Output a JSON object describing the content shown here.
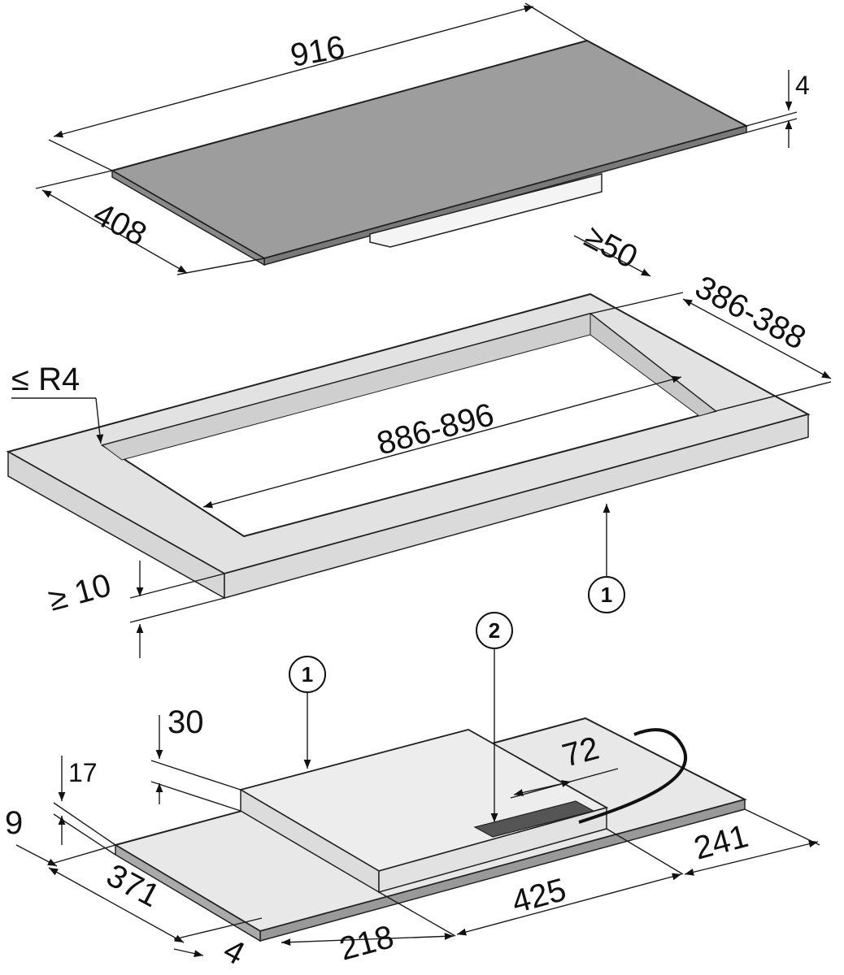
{
  "dimensions": {
    "top_width": "916",
    "top_depth": "408",
    "glass_thickness": "4",
    "min_gap_back": "≥50",
    "cutout_depth": "386-388",
    "cutout_width": "886-896",
    "corner_radius": "≤ R4",
    "min_worktop_thickness": "≥ 10",
    "height_30": "30",
    "height_17": "17",
    "height_9": "9",
    "bottom_depth": "371",
    "frame_4": "4",
    "width_218": "218",
    "width_425": "425",
    "width_241": "241",
    "width_72": "72"
  },
  "callouts": {
    "worktop_1": "1",
    "box_1": "1",
    "box_2": "2"
  },
  "colors": {
    "glass": "#9d9d9d",
    "worktop": "#e2e2e2",
    "line": "#1a1a1a"
  }
}
